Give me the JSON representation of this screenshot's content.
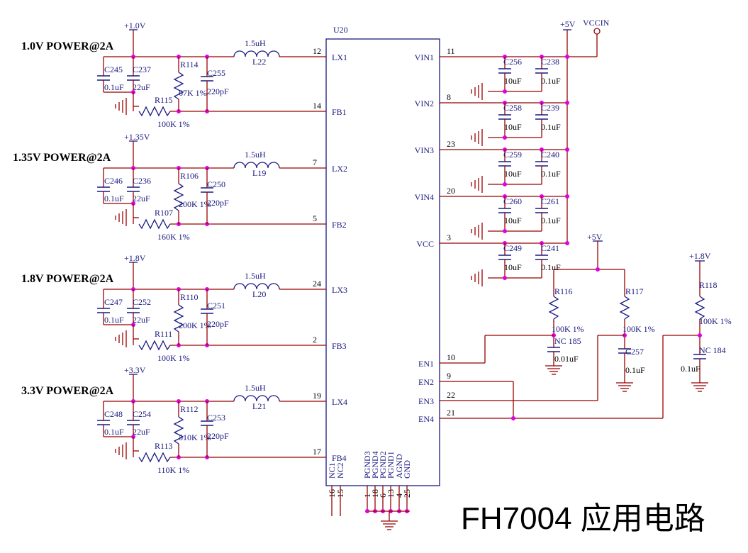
{
  "diagram_title": "FH7004 应用电路",
  "chip": {
    "ref": "U20",
    "left_pins": [
      {
        "name": "LX1",
        "num": "12"
      },
      {
        "name": "FB1",
        "num": "14"
      },
      {
        "name": "LX2",
        "num": "7"
      },
      {
        "name": "FB2",
        "num": "5"
      },
      {
        "name": "LX3",
        "num": "24"
      },
      {
        "name": "FB3",
        "num": "2"
      },
      {
        "name": "LX4",
        "num": "19"
      },
      {
        "name": "FB4",
        "num": "17"
      }
    ],
    "right_pins": [
      {
        "name": "VIN1",
        "num": "11"
      },
      {
        "name": "VIN2",
        "num": "8"
      },
      {
        "name": "VIN3",
        "num": "23"
      },
      {
        "name": "VIN4",
        "num": "20"
      },
      {
        "name": "VCC",
        "num": "3"
      },
      {
        "name": "EN1",
        "num": "10"
      },
      {
        "name": "EN2",
        "num": "9"
      },
      {
        "name": "EN3",
        "num": "22"
      },
      {
        "name": "EN4",
        "num": "21"
      }
    ],
    "bottom_pins": [
      {
        "name": "NC1",
        "num": "16"
      },
      {
        "name": "NC2",
        "num": "15"
      },
      {
        "name": "PGND3",
        "num": "1"
      },
      {
        "name": "PGND4",
        "num": "18"
      },
      {
        "name": "PGND2",
        "num": "6"
      },
      {
        "name": "PGND1",
        "num": "13"
      },
      {
        "name": "AGND",
        "num": "4"
      },
      {
        "name": "GND",
        "num": "25"
      }
    ]
  },
  "channels": [
    {
      "heading": "1.0V POWER@2A",
      "rail": "+1.0V",
      "cin_a": "C245",
      "cin_a_val": "0.1uF",
      "cin_b": "C237",
      "cin_b_val": "22uF",
      "r_top": "R114",
      "r_top_val": "67K 1%",
      "c_ff": "C255",
      "c_ff_val": "220pF",
      "r_bot": "R115",
      "r_bot_val": "100K 1%",
      "l": "L22",
      "l_val": "1.5uH"
    },
    {
      "heading": "1.35V POWER@2A",
      "rail": "+1.35V",
      "cin_a": "C246",
      "cin_a_val": "0.1uF",
      "cin_b": "C236",
      "cin_b_val": "22uF",
      "r_top": "R106",
      "r_top_val": "200K 1%",
      "c_ff": "C250",
      "c_ff_val": "220pF",
      "r_bot": "R107",
      "r_bot_val": "160K 1%",
      "l": "L19",
      "l_val": "1.5uH"
    },
    {
      "heading": "1.8V POWER@2A",
      "rail": "+1.8V",
      "cin_a": "C247",
      "cin_a_val": "0.1uF",
      "cin_b": "C252",
      "cin_b_val": "22uF",
      "r_top": "R110",
      "r_top_val": "200K 1%",
      "c_ff": "C251",
      "c_ff_val": "220pF",
      "r_bot": "R111",
      "r_bot_val": "100K 1%",
      "l": "L20",
      "l_val": "1.5uH"
    },
    {
      "heading": "3.3V POWER@2A",
      "rail": "+3.3V",
      "cin_a": "C248",
      "cin_a_val": "0.1uF",
      "cin_b": "C254",
      "cin_b_val": "22uF",
      "r_top": "R112",
      "r_top_val": "510K 1%",
      "c_ff": "C253",
      "c_ff_val": "220pF",
      "r_bot": "R113",
      "r_bot_val": "110K 1%",
      "l": "L21",
      "l_val": "1.5uH"
    }
  ],
  "vin_caps": [
    {
      "a": "C256",
      "a_val": "10uF",
      "b": "C238",
      "b_val": "0.1uF"
    },
    {
      "a": "C258",
      "a_val": "10uF",
      "b": "C239",
      "b_val": "0.1uF"
    },
    {
      "a": "C259",
      "a_val": "10uF",
      "b": "C240",
      "b_val": "0.1uF"
    },
    {
      "a": "C260",
      "a_val": "10uF",
      "b": "C261",
      "b_val": "0.1uF"
    },
    {
      "a": "C249",
      "a_val": "10uF",
      "b": "C241",
      "b_val": "0.1uF"
    }
  ],
  "vin_rail": {
    "p5v": "+5V",
    "vccin": "VCCIN"
  },
  "enable": {
    "p5v": "+5V",
    "r116": "R116",
    "r116_val": "100K 1%",
    "c185": "NC 185",
    "c185_val": "0.01uF",
    "r117": "R117",
    "r117_val": "100K 1%",
    "c257": "C257",
    "c257_val": "0.1uF",
    "p18v": "+1.8V",
    "r118": "R118",
    "r118_val": "100K 1%",
    "c184": "NC 184",
    "c184_val": "0.1uF"
  },
  "colors": {
    "wire": "#990000",
    "component": "#1a1a80",
    "junction": "#e000e0"
  }
}
